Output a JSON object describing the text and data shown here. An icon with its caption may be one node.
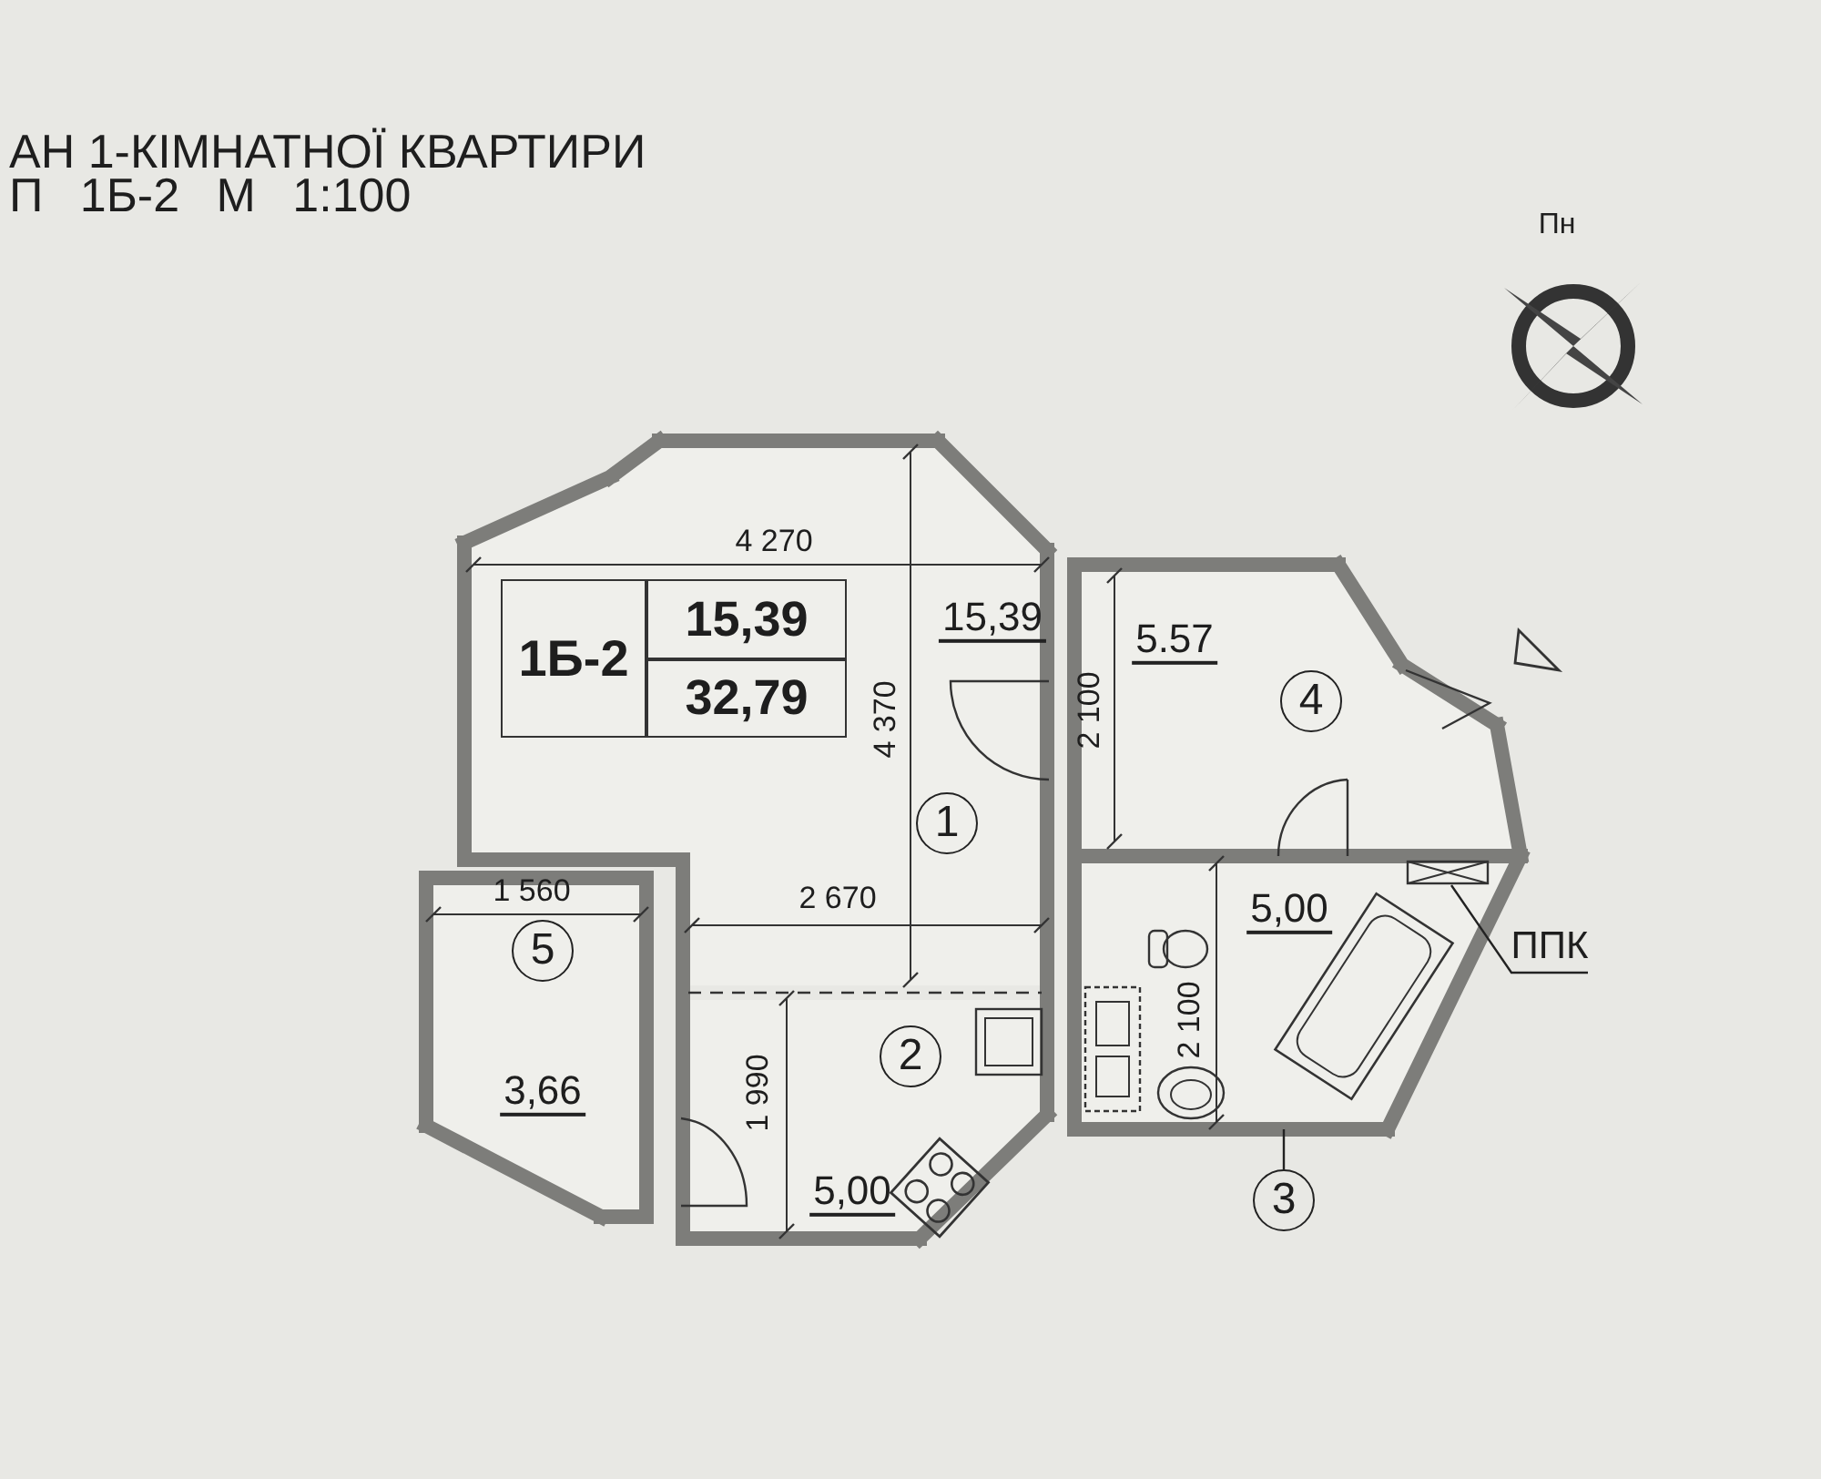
{
  "diagram": {
    "title": "АН 1-КІМНАТНОЇ КВАРТИРИ",
    "nodes": [
      {
        "text": [
          "15,39",
          "1"
        ]
      },
      {
        "text": [
          "5.57",
          "4"
        ]
      },
      {
        "text": [
          "5",
          "3,66"
        ]
      },
      {
        "text": [
          "2",
          "5,00"
        ]
      },
      {
        "text": [
          "5,00"
        ]
      },
      {
        "text": [
          "ППК"
        ]
      },
      {
        "text": [],
        "shape": "box",
        "in": 4
      },
      {
        "text": [
          "3"
        ]
      }
    ],
    "edges": [
      {
        "from": 5,
        "to": 6,
        "arrow": "none"
      },
      {
        "from": 7,
        "to": 4,
        "arrow": "none"
      }
    ],
    "labels": [
      "П 1Б-2 М 1:100",
      "Пн",
      "4 270",
      "1Б-2",
      "15,39",
      "32,79",
      "4 370",
      "2 100",
      "1 560",
      "2 670",
      "1 990",
      "2 100"
    ]
  }
}
